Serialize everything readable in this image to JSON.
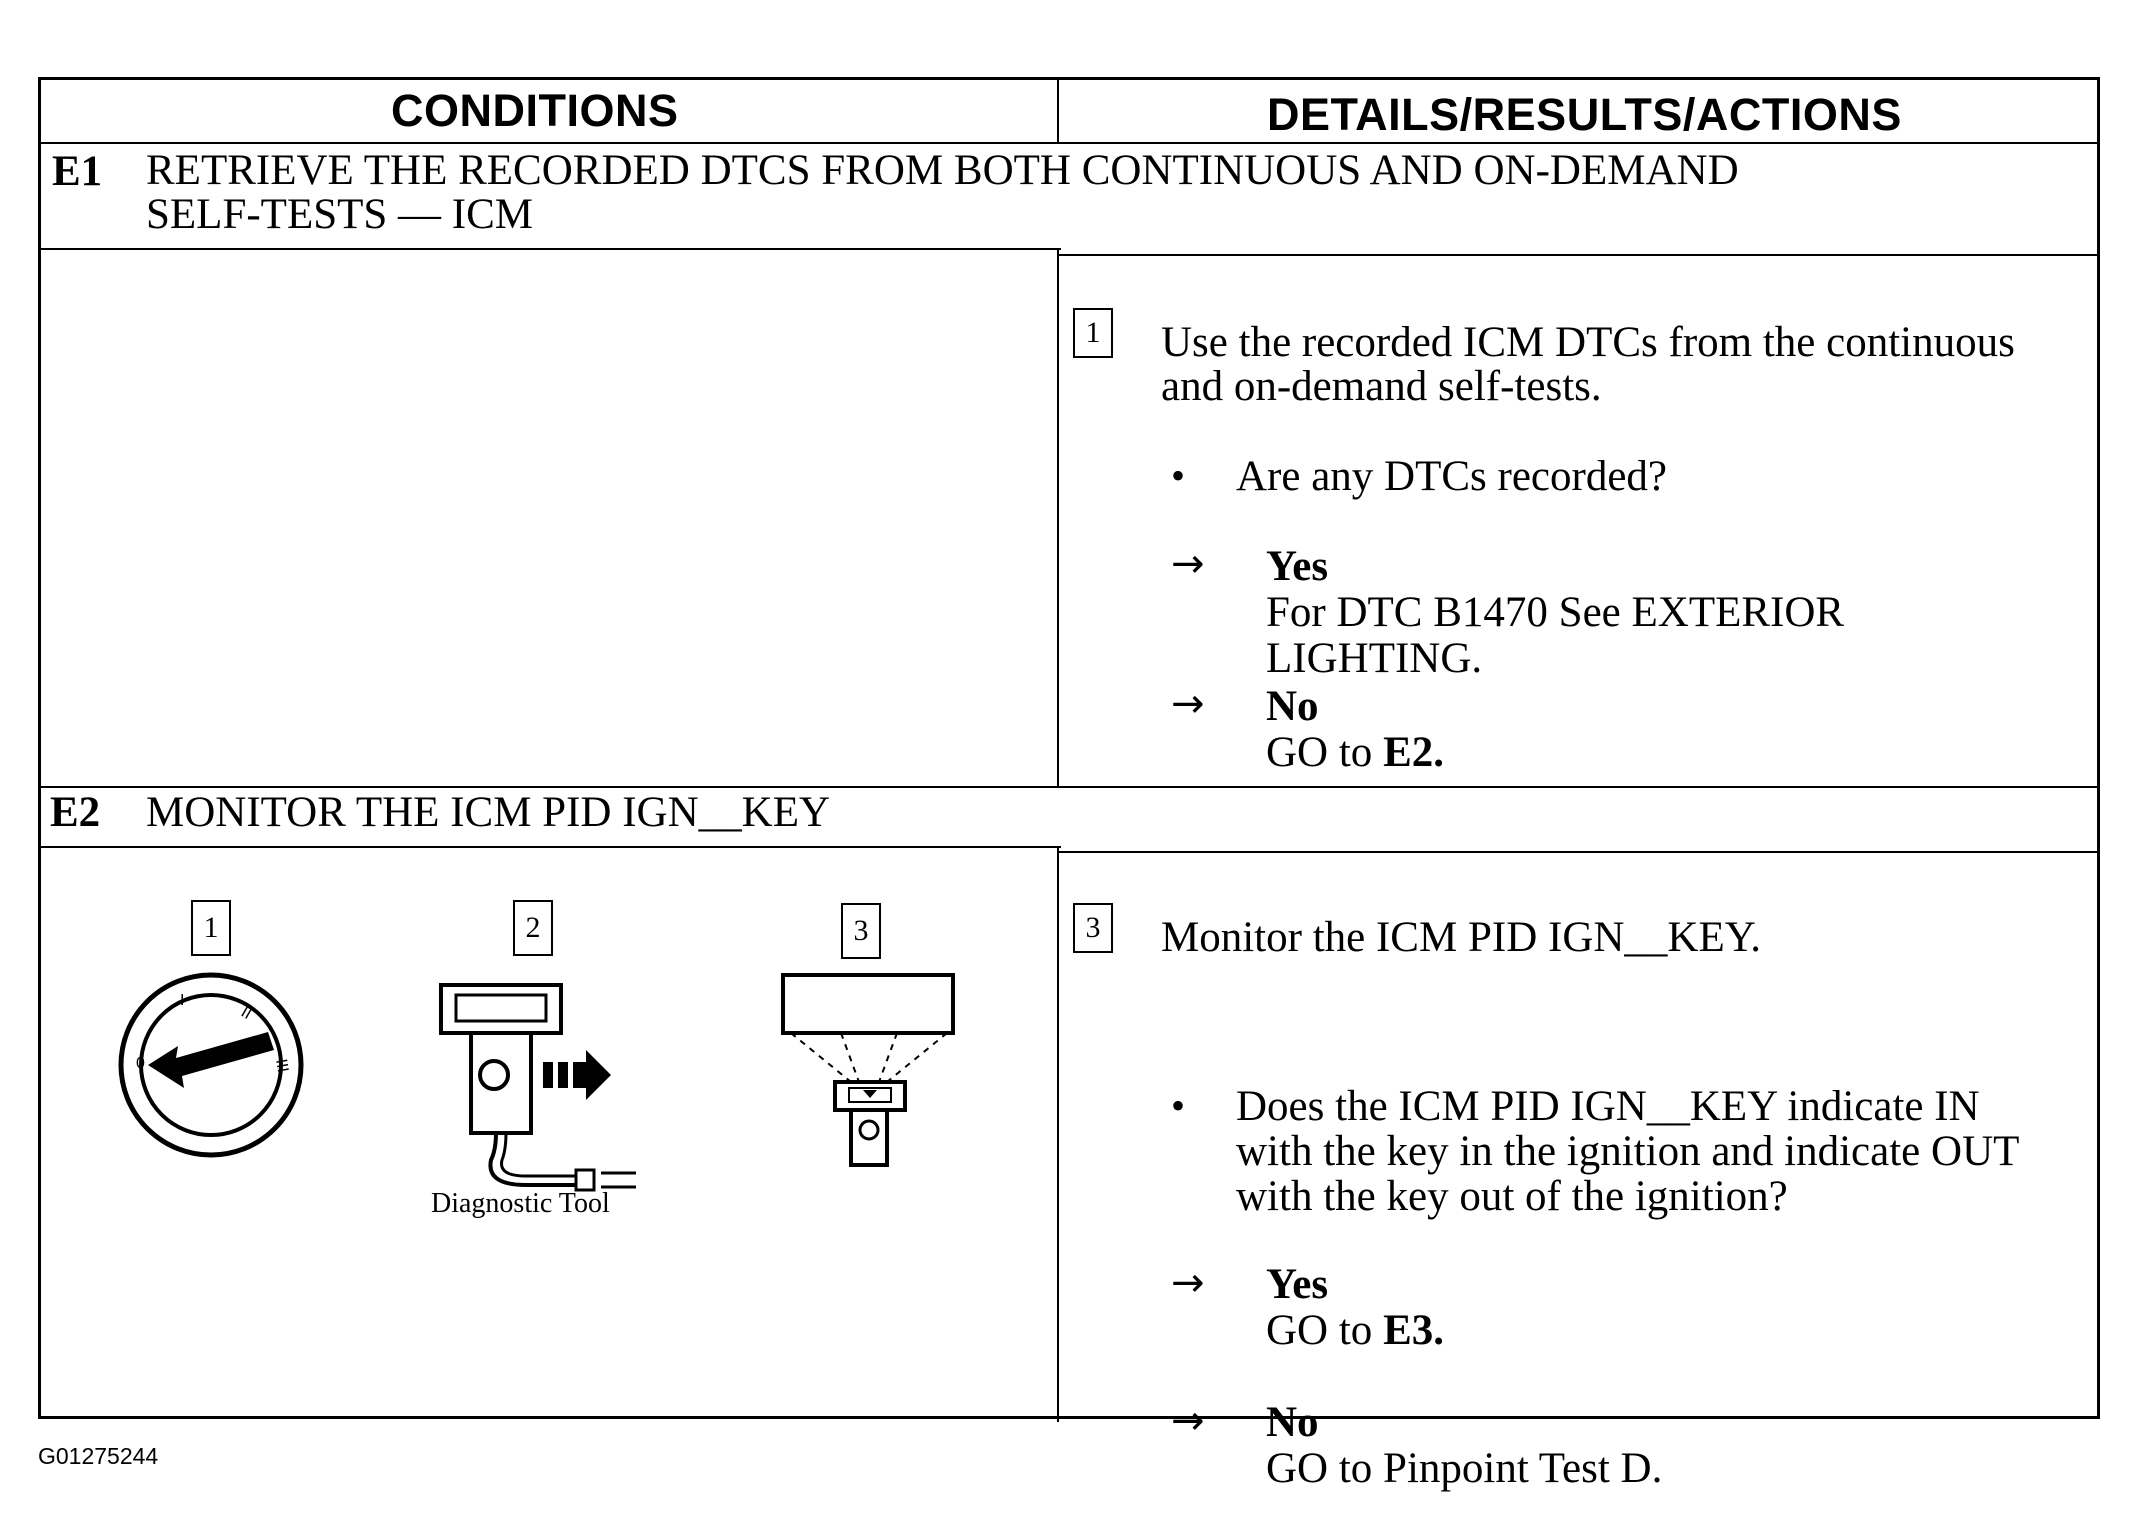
{
  "header": {
    "conditions": "CONDITIONS",
    "details": "DETAILS/RESULTS/ACTIONS"
  },
  "e1": {
    "code": "E1",
    "title_line1": "RETRIEVE THE RECORDED DTCS FROM BOTH CONTINUOUS AND ON-DEMAND",
    "title_line2": "SELF-TESTS — ICM",
    "step_number": "1",
    "instruction_line1": "Use the recorded ICM DTCs from the continuous",
    "instruction_line2": "and on-demand self-tests.",
    "question": "Are any DTCs recorded?",
    "yes_label": "Yes",
    "yes_text_line1": "For DTC B1470  See EXTERIOR",
    "yes_text_line2": "LIGHTING.",
    "no_label": "No",
    "no_text_prefix": "GO to ",
    "no_text_target": "E2."
  },
  "e2": {
    "code": "E2",
    "title": "MONITOR THE ICM PID IGN__KEY",
    "figure_labels": [
      "1",
      "2",
      "3"
    ],
    "diagnostic_tool_caption": "Diagnostic Tool",
    "step_number": "3",
    "instruction": "Monitor the ICM PID IGN__KEY.",
    "question_line1": "Does the ICM PID IGN__KEY indicate IN",
    "question_line2": "with the key in the ignition and indicate OUT",
    "question_line3": "with the key out of the ignition?",
    "yes_label": "Yes",
    "yes_text_prefix": "GO to ",
    "yes_text_target": "E3.",
    "no_label": "No",
    "no_text": "GO to Pinpoint Test D."
  },
  "symbols": {
    "bullet": "•",
    "arrow": "→"
  },
  "footer": {
    "image_id": "G01275244"
  }
}
